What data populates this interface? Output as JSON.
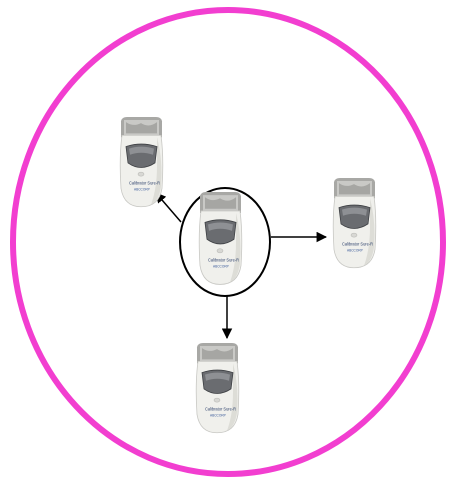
{
  "colors": {
    "outer_circle": "#f23ed0",
    "arrow": "#000000",
    "device_body": "#eeeeea",
    "device_cap": "#a9a9a6",
    "device_window": "#5e6064"
  },
  "icons": [
    "glucose-meter-icon"
  ],
  "devices": [
    {
      "name": "center",
      "brand": "Calibrator Sure-R",
      "maker": "ABCCORP",
      "highlighted": true
    },
    {
      "name": "top-left",
      "brand": "Calibrator Sure-R",
      "maker": "ABCCORP",
      "highlighted": false
    },
    {
      "name": "right",
      "brand": "Calibrator Sure-R",
      "maker": "ABCCORP",
      "highlighted": false
    },
    {
      "name": "bottom",
      "brand": "Calibrator Sure-R",
      "maker": "ABCCORP",
      "highlighted": false
    }
  ]
}
